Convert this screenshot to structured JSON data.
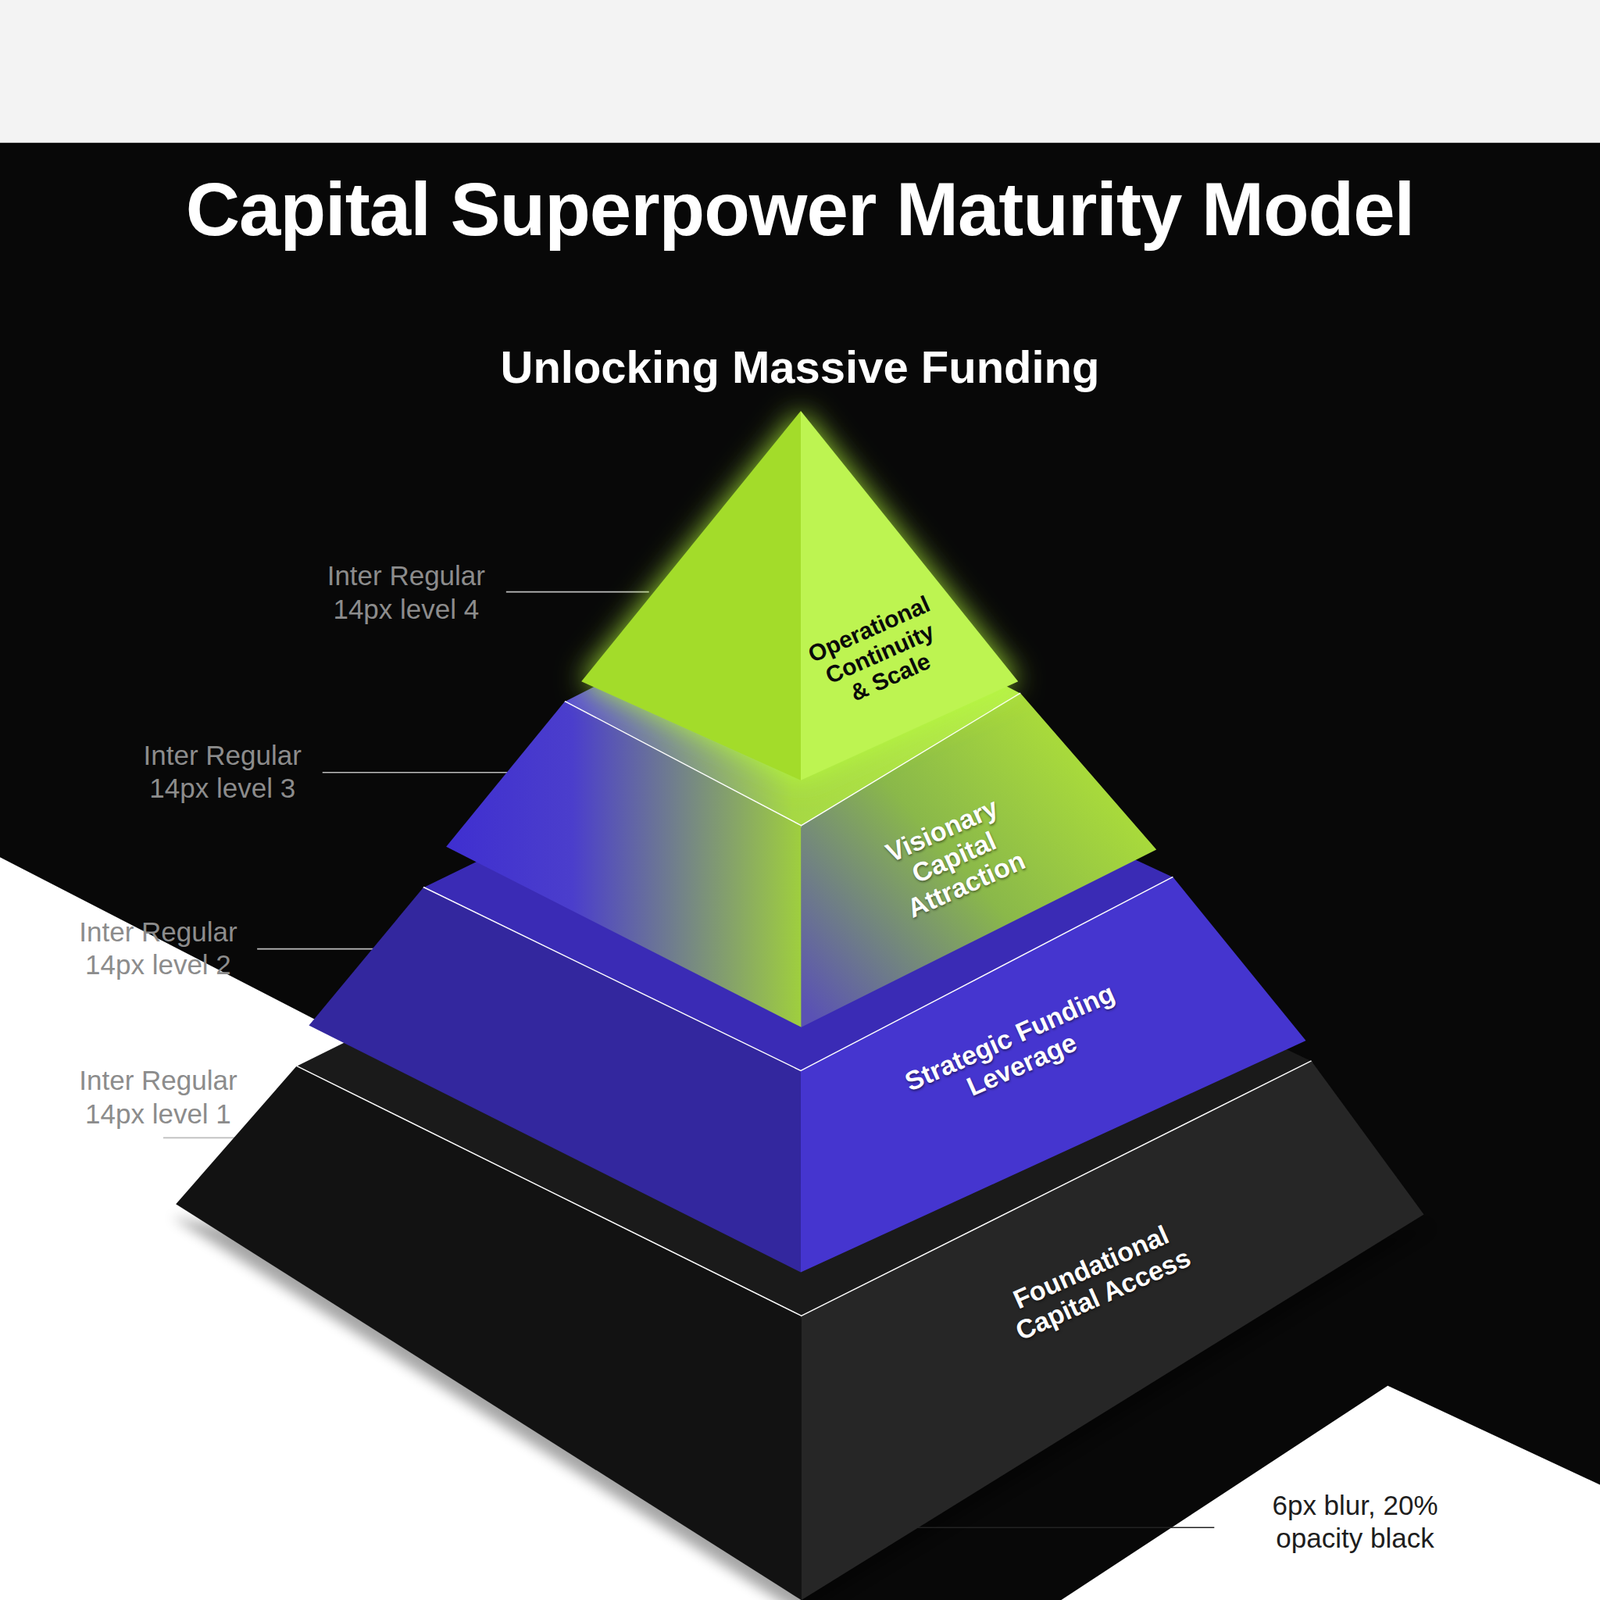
{
  "diagram": {
    "title": "Capital Superpower Maturity Model",
    "nodes": [
      {
        "text": [
          "Operational Continuity & Scale"
        ]
      },
      {
        "text": [
          "Visionary Capital Attraction"
        ]
      },
      {
        "text": [
          "Strategic Funding Leverage"
        ]
      },
      {
        "text": [
          "Foundational Capital Access"
        ]
      }
    ],
    "labels": [
      "Unlocking Massive Funding",
      "Inter Regular 14px level 4",
      "Inter Regular 14px level 3",
      "Inter Regular 14px level 2",
      "Inter Regular 14px level 1",
      "6px blur, 20% opacity black"
    ]
  }
}
